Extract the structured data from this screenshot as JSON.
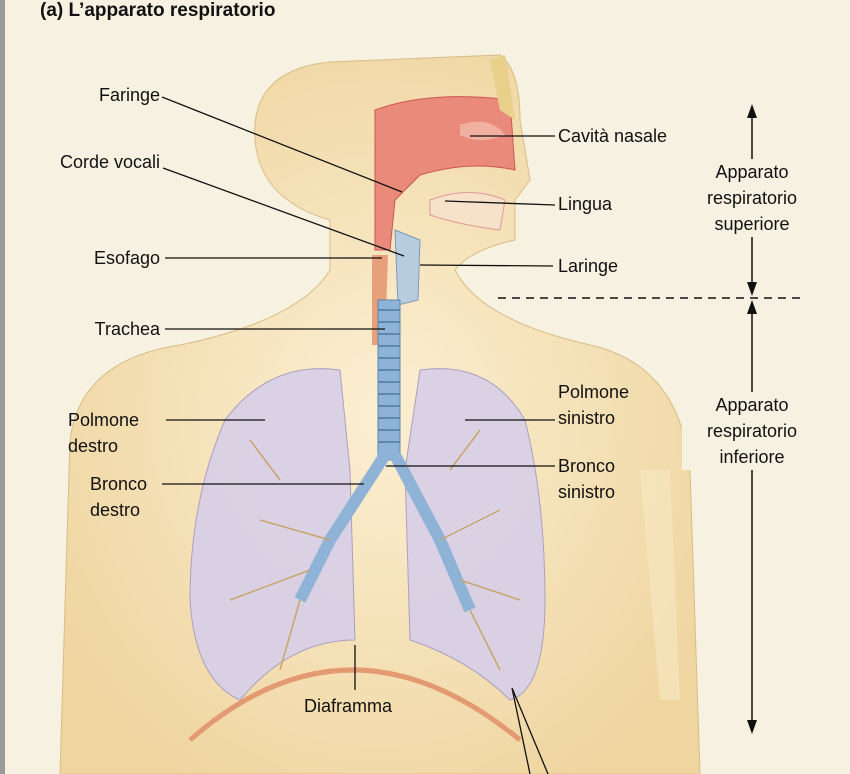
{
  "title": "(a)  L’apparato respiratorio",
  "labels": {
    "faringe": "Faringe",
    "corde_vocali": "Corde vocali",
    "esofago": "Esofago",
    "trachea": "Trachea",
    "polmone_destro_1": "Polmone",
    "polmone_destro_2": "destro",
    "bronco_destro_1": "Bronco",
    "bronco_destro_2": "destro",
    "diaframma": "Diaframma",
    "cavita_nasale": "Cavità nasale",
    "lingua": "Lingua",
    "laringe": "Laringe",
    "polmone_sinistro_1": "Polmone",
    "polmone_sinistro_2": "sinistro",
    "bronco_sinistro_1": "Bronco",
    "bronco_sinistro_2": "sinistro"
  },
  "sections": {
    "superiore": [
      "Apparato",
      "respiratorio",
      "superiore"
    ],
    "inferiore": [
      "Apparato",
      "respiratorio",
      "inferiore"
    ]
  },
  "colors": {
    "background": "#f6f1e1",
    "skin": "#f3dfb0",
    "lung": "#d9d0e6",
    "airway": "#8fb3d6",
    "mucosa": "#e98a7a"
  }
}
